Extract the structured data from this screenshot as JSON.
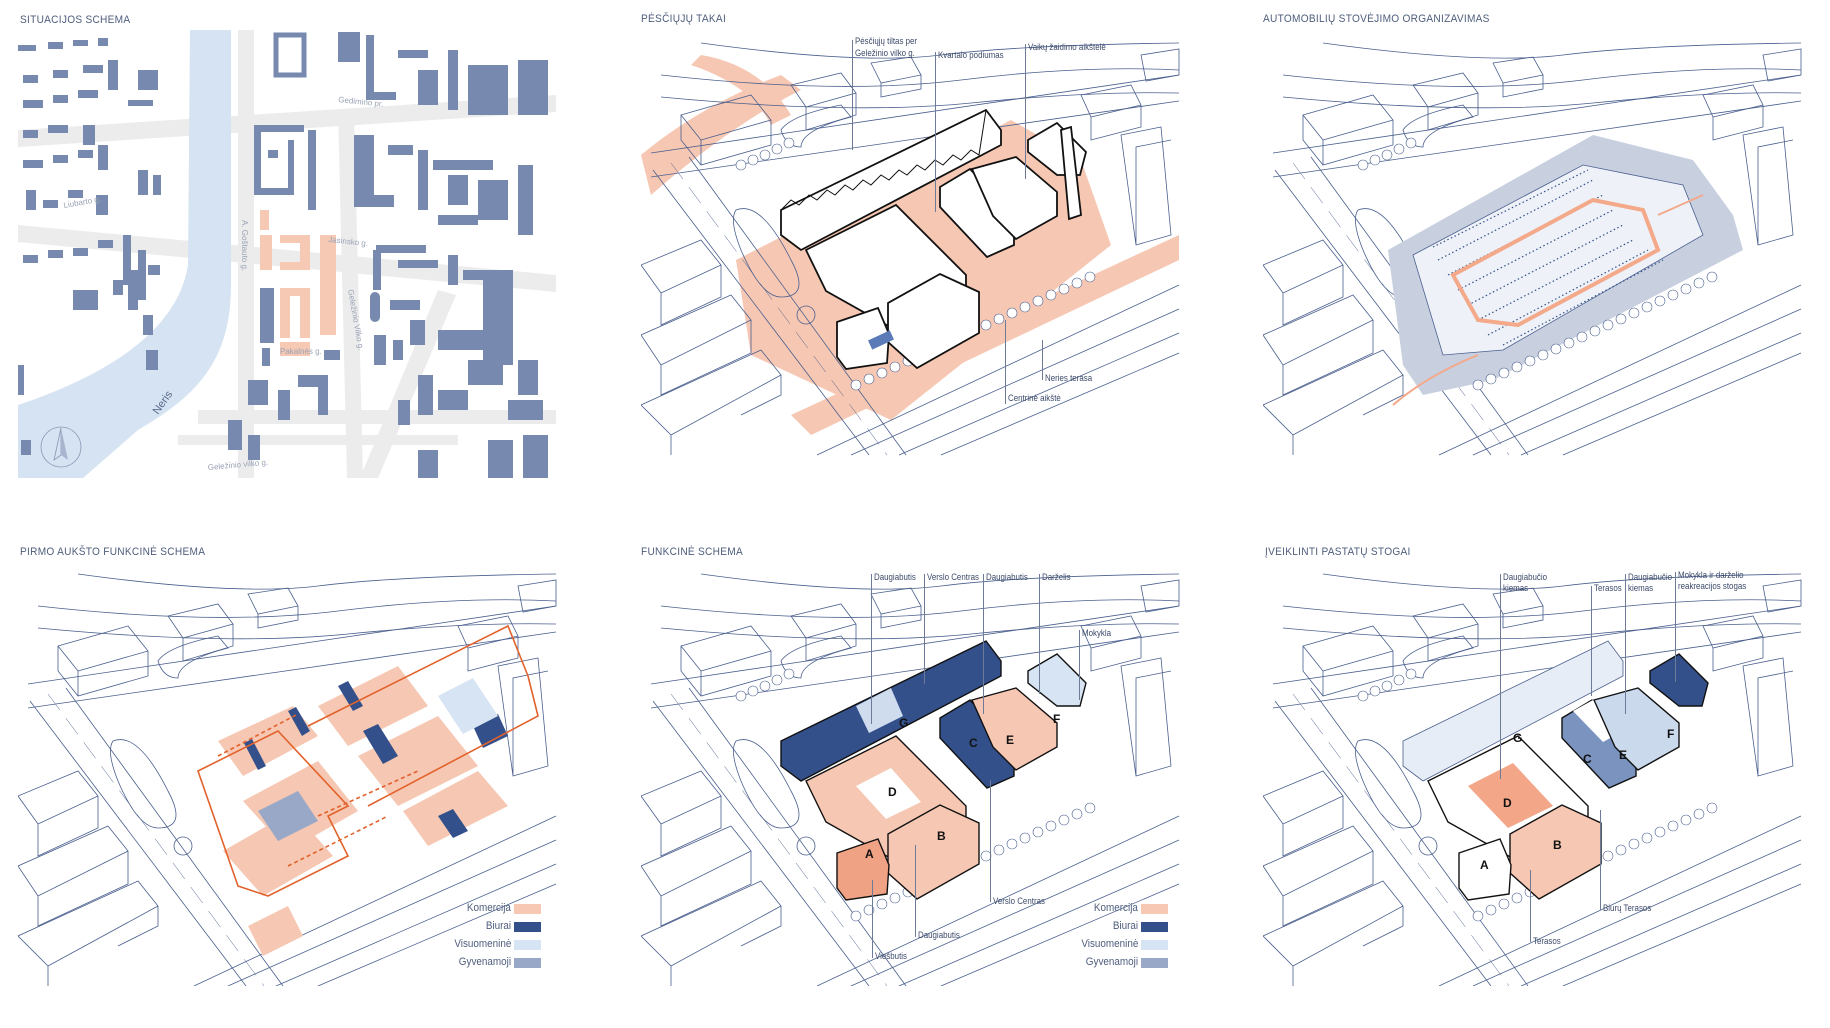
{
  "panels": {
    "situation": {
      "title": "SITUACIJOS SCHEMA",
      "streets": {
        "gedimino": "Gedimino pr.",
        "liubarto": "Liubarto g.",
        "jasinsko": "Jasinsko g.",
        "gostauto": "A. Goštauto g.",
        "gelezinio_vertical": "Geležinio Vilko g.",
        "pakalnes": "Pakalnės g.",
        "gelezinio_bottom": "Geležinio vilko g."
      },
      "river": "Neris",
      "icon": "north-arrow-icon"
    },
    "pedestrian": {
      "title": "PĖSČIŲJŲ TAKAI",
      "labels": {
        "bridge_line1": "Pėsčiųjų tiltas per",
        "bridge_line2": "Geležinio vilko g.",
        "podium": "Kvartalo podiumas",
        "playground": "Vaikų žaidimo aikštelė",
        "terrace": "Neries terasa",
        "square": "Centrinė aikštė"
      }
    },
    "parking": {
      "title": "AUTOMOBILIŲ STOVĖJIMO ORGANIZAVIMAS"
    },
    "ground_floor": {
      "title": "PIRMO AUKŠTO FUNKCINĖ SCHEMA"
    },
    "functional": {
      "title": "FUNKCINĖ SCHEMA",
      "labels": {
        "top_daugiabutis1": "Daugiabutis",
        "top_verslo": "Verslo Centras",
        "top_daugiabutis2": "Daugiabutis",
        "top_darzelis": "Darželis",
        "mokykla": "Mokykla",
        "bottom_verslo": "Verslo Centras",
        "bottom_daugiabutis": "Daugiabutis",
        "viesbutis": "Viešbutis"
      }
    },
    "roofs": {
      "title": "ĮVEIKLINTI PASTATŲ STOGAI",
      "labels": {
        "kiemas1_line1": "Daugiabučio",
        "kiemas1_line2": "kiemas",
        "terasos_top": "Terasos",
        "kiemas2_line1": "Daugiabučio",
        "kiemas2_line2": "kiemas",
        "school_line1": "Mokykla ir darželio",
        "school_line2": "reakreacijos stogas",
        "office_terraces": "Biurų Terasos",
        "terasos_bottom": "Terasos"
      }
    }
  },
  "buildings": {
    "A": "A",
    "B": "B",
    "C": "C",
    "D": "D",
    "E": "E",
    "F": "F",
    "G": "G"
  },
  "legend": [
    {
      "label": "Komercija",
      "color": "#f7c8b3"
    },
    {
      "label": "Biurai",
      "color": "#34508a"
    },
    {
      "label": "Visuomeninė",
      "color": "#d6e4f3"
    },
    {
      "label": "Gyvenamoji",
      "color": "#98a8c6"
    }
  ],
  "colors": {
    "line": "#4a5f8e",
    "map_block": "#7789ae",
    "river": "#d5e3f2",
    "peach": "#f6c7b2",
    "salmon": "#f0a285",
    "route": "#e2622c",
    "parking": "#c8d0e0"
  }
}
